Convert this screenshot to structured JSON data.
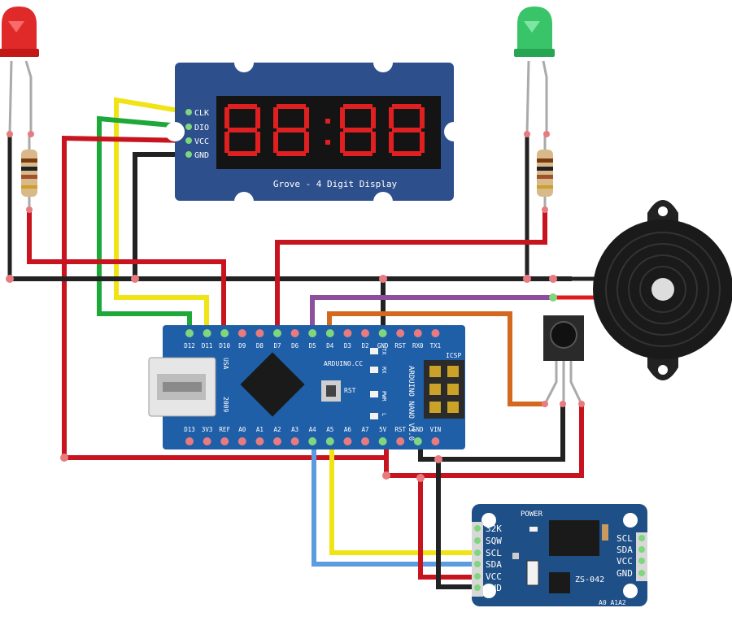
{
  "display": {
    "title": "Grove - 4 Digit Display",
    "pins": [
      "CLK",
      "DIO",
      "VCC",
      "GND"
    ],
    "digits": "88:88"
  },
  "nano": {
    "name": "ARDUINO NANO V3.0",
    "brand": "ARDUINO.CC",
    "year": "2009",
    "usa": "USA",
    "rst": "RST",
    "icsp": "ICSP",
    "top_pins": [
      "D12",
      "D11",
      "D10",
      "D9",
      "D8",
      "D7",
      "D6",
      "D5",
      "D4",
      "D3",
      "D2",
      "GND",
      "RST",
      "RX0",
      "TX1"
    ],
    "bottom_pins": [
      "D13",
      "3V3",
      "REF",
      "A0",
      "A1",
      "A2",
      "A3",
      "A4",
      "A5",
      "A6",
      "A7",
      "5V",
      "RST",
      "GND",
      "VIN"
    ],
    "leds": [
      "TX",
      "RX",
      "PWR",
      "L"
    ]
  },
  "rtc": {
    "name": "ZS-042",
    "power": "POWER",
    "left_pins": [
      "32K",
      "SQW",
      "SCL",
      "SDA",
      "VCC",
      "GND"
    ],
    "right_pins": [
      "SCL",
      "SDA",
      "VCC",
      "GND"
    ],
    "addr": "A0 A1A2"
  },
  "colors": {
    "board_blue": "#1f5fa8",
    "display_blue": "#2d4f8c",
    "rtc_blue": "#1e4f86",
    "wire_red": "#c8141e",
    "wire_black": "#222222",
    "wire_yellow": "#f0e416",
    "wire_green": "#1ea83a",
    "wire_purple": "#8b4f9e",
    "wire_orange": "#d2691e",
    "wire_blue": "#5b9be0"
  }
}
